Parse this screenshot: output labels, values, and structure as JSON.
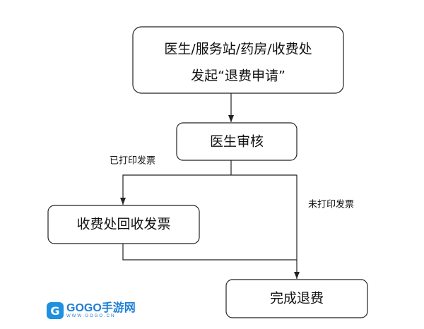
{
  "nodes": {
    "start_line1": "医生/服务站/药房/收费处",
    "start_line2": "发起“退费申请”",
    "review": "医生审核",
    "recover": "收费处回收发票",
    "complete": "完成退费"
  },
  "edge_labels": {
    "printed": "已打印发票",
    "not_printed": "未打印发票"
  },
  "watermark": {
    "brand": "GOGO手游网",
    "url": "WWW.GOGO.CN"
  }
}
